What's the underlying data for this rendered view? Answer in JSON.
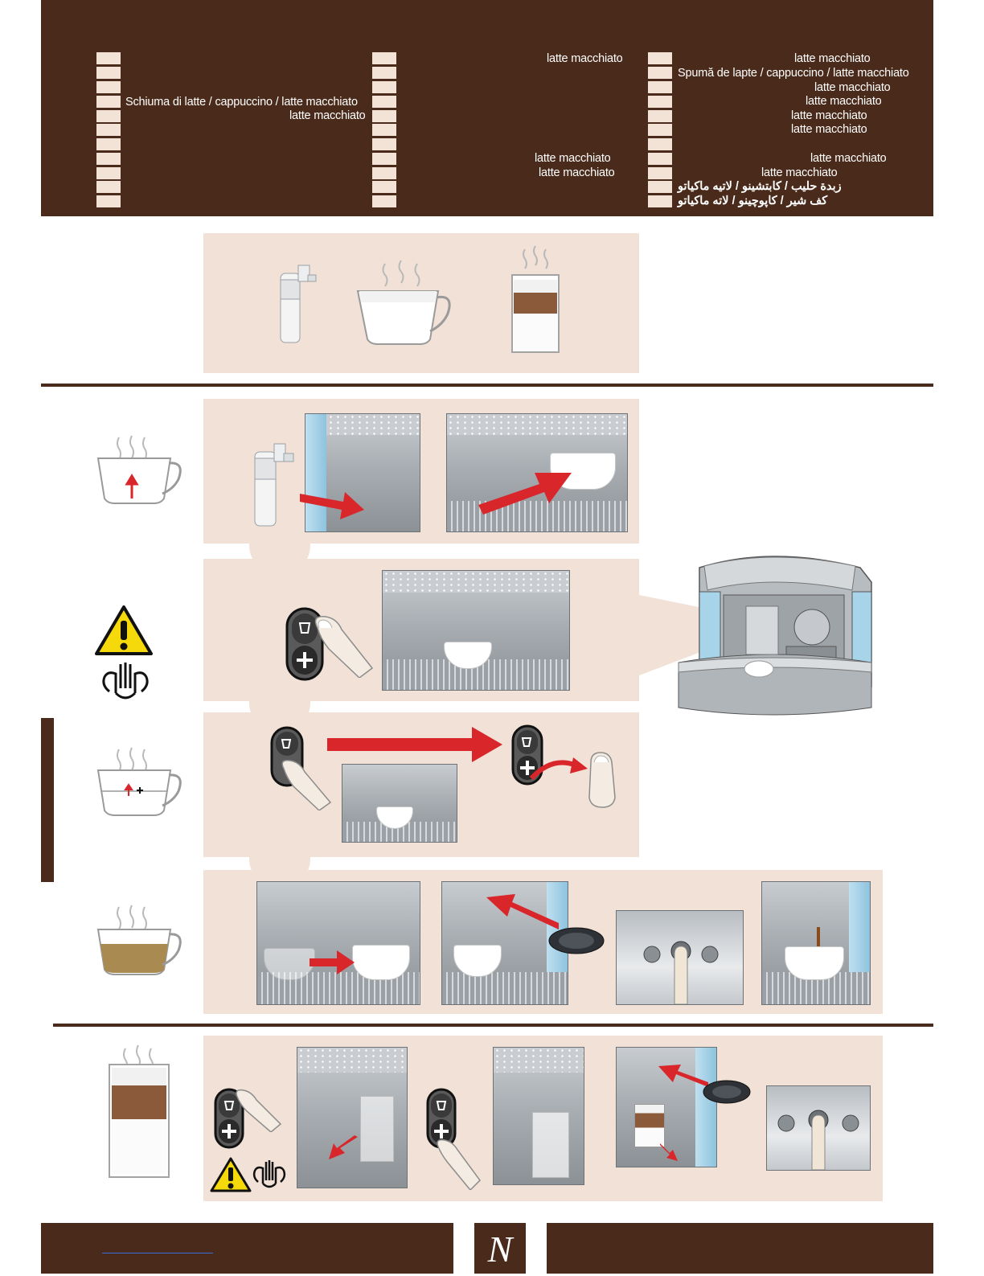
{
  "header": {
    "col1": {
      "line4": "Schiuma di latte / cappuccino / latte macchiato",
      "line5": "latte macchiato"
    },
    "col2": {
      "line1": "latte macchiato",
      "line8": "latte macchiato",
      "line9": "latte macchiato"
    },
    "col3": {
      "line1": "latte macchiato",
      "line2": "Spumă de lapte / cappuccino / latte macchiato",
      "line3": "latte macchiato",
      "line4": "latte macchiato",
      "line5": "latte macchiato",
      "line6": "latte macchiato",
      "line8": "latte macchiato",
      "line9": "latte macchiato",
      "line10": "زبدة حليب / كابتشينو / لاتيه ماكياتو",
      "line11": "كف شير / كاپوچينو / لاته ماكياتو"
    }
  },
  "footer": {
    "logo": "N"
  },
  "colors": {
    "brown": "#4a2a1a",
    "panel": "#f1e1d6",
    "arrow_red": "#d8262b",
    "warning_yellow": "#f5d90a"
  },
  "icons": [
    "steam-nozzle-icon",
    "cappuccino-cup-icon",
    "latte-glass-icon",
    "warning-icon",
    "hot-steam-hand-icon",
    "milk-button-icon",
    "finger-icon",
    "capsule-icon",
    "red-arrow-icon"
  ]
}
